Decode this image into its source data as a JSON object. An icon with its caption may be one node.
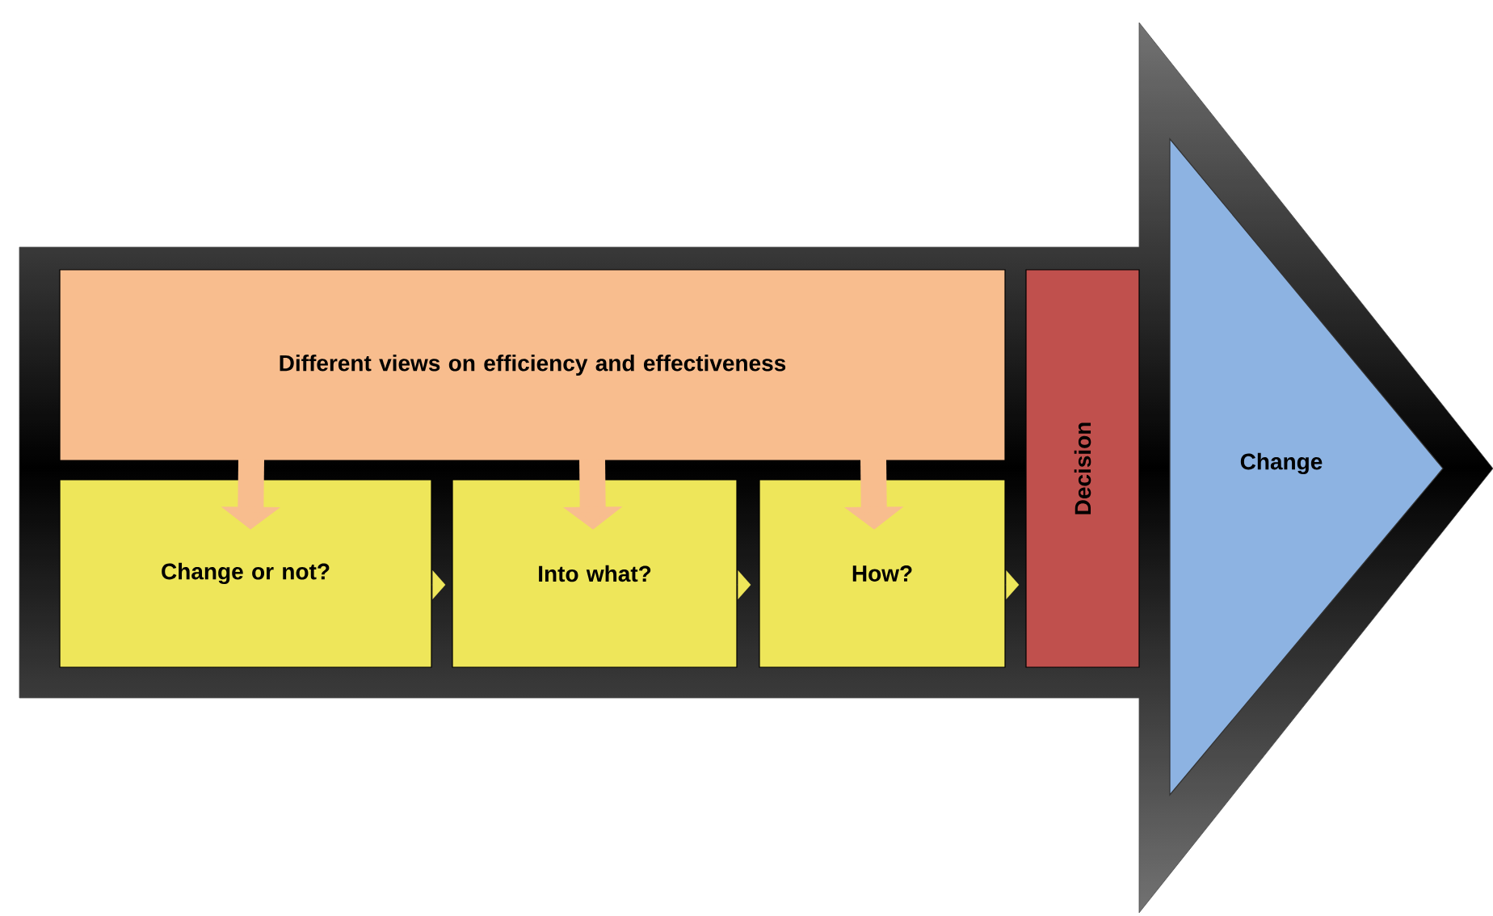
{
  "diagram": {
    "nodes": [
      {
        "text": [],
        "shape": "arrow"
      },
      {
        "text": [
          "Different views on efficiency and effectiveness"
        ],
        "in": 0
      },
      {
        "text": [
          "Change or not?"
        ],
        "in": 0
      },
      {
        "text": [
          "Into what?"
        ],
        "in": 0
      },
      {
        "text": [
          "How?"
        ],
        "in": 0
      },
      {
        "text": [
          "Decision"
        ],
        "in": 0
      },
      {
        "text": [
          "Change"
        ],
        "in": 0
      }
    ],
    "edges": [
      {
        "from": 1,
        "to": 2,
        "arrow": "to",
        "style": "thick"
      },
      {
        "from": 1,
        "to": 3,
        "arrow": "to",
        "style": "thick"
      },
      {
        "from": 1,
        "to": 4,
        "arrow": "to",
        "style": "thick"
      },
      {
        "from": 2,
        "to": 3,
        "arrow": "to"
      },
      {
        "from": 3,
        "to": 4,
        "arrow": "to"
      },
      {
        "from": 4,
        "to": 5,
        "arrow": "to"
      }
    ]
  }
}
